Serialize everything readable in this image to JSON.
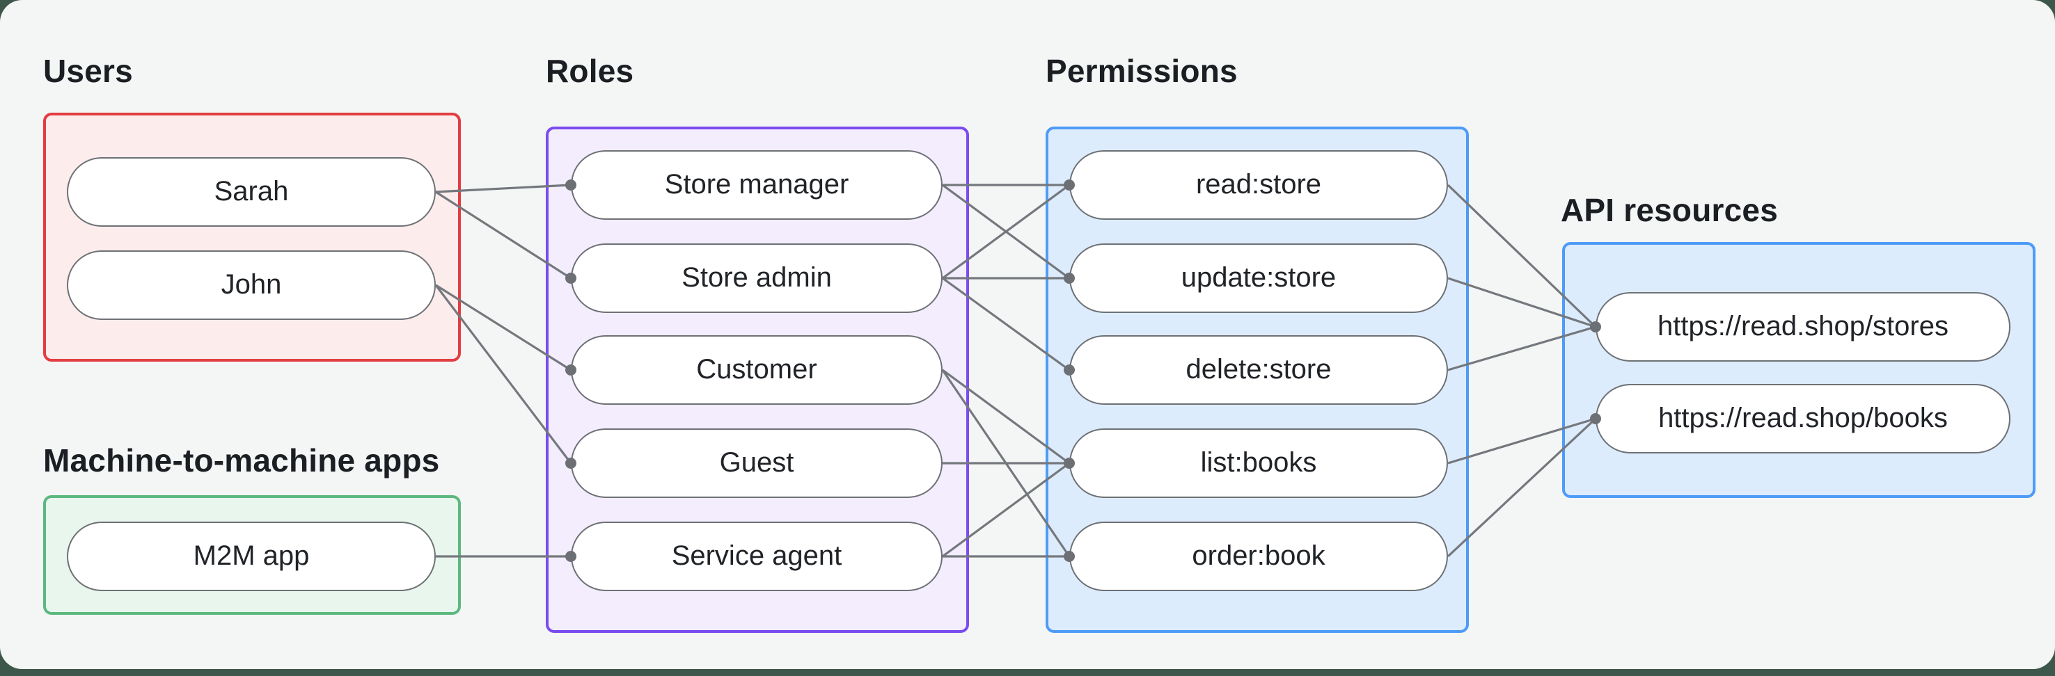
{
  "style": {
    "outer_bg": "#3d574a",
    "panel_bg": "#f4f6f5",
    "line_color": "#74787d",
    "dot_color": "#6c7075",
    "pill_border": "#6d7175",
    "users_accent": "#e23d41",
    "m2m_accent": "#5cb87e",
    "roles_accent": "#7a4cf0",
    "permissions_accent": "#4e9bf8",
    "api_accent": "#4e9bf8"
  },
  "sections": {
    "users": {
      "label": "Users"
    },
    "m2m": {
      "label": "Machine-to-machine apps"
    },
    "roles": {
      "label": "Roles"
    },
    "permissions": {
      "label": "Permissions"
    },
    "api": {
      "label": "API resources"
    }
  },
  "nodes": {
    "sarah": {
      "label": "Sarah"
    },
    "john": {
      "label": "John"
    },
    "m2m-app": {
      "label": "M2M app"
    },
    "store-manager": {
      "label": "Store manager"
    },
    "store-admin": {
      "label": "Store admin"
    },
    "customer": {
      "label": "Customer"
    },
    "guest": {
      "label": "Guest"
    },
    "service-agent": {
      "label": "Service agent"
    },
    "read-store": {
      "label": "read:store"
    },
    "update-store": {
      "label": "update:store"
    },
    "delete-store": {
      "label": "delete:store"
    },
    "list-books": {
      "label": "list:books"
    },
    "order-book": {
      "label": "order:book"
    },
    "stores-api": {
      "label": "https://read.shop/stores"
    },
    "books-api": {
      "label": "https://read.shop/books"
    }
  },
  "edges": [
    [
      "sarah",
      "store-manager"
    ],
    [
      "sarah",
      "store-admin"
    ],
    [
      "john",
      "customer"
    ],
    [
      "john",
      "guest"
    ],
    [
      "m2m-app",
      "service-agent"
    ],
    [
      "store-manager",
      "read-store"
    ],
    [
      "store-manager",
      "update-store"
    ],
    [
      "store-admin",
      "read-store"
    ],
    [
      "store-admin",
      "update-store"
    ],
    [
      "store-admin",
      "delete-store"
    ],
    [
      "customer",
      "list-books"
    ],
    [
      "customer",
      "order-book"
    ],
    [
      "guest",
      "list-books"
    ],
    [
      "service-agent",
      "list-books"
    ],
    [
      "service-agent",
      "order-book"
    ],
    [
      "read-store",
      "stores-api"
    ],
    [
      "update-store",
      "stores-api"
    ],
    [
      "delete-store",
      "stores-api"
    ],
    [
      "list-books",
      "books-api"
    ],
    [
      "order-book",
      "books-api"
    ]
  ]
}
